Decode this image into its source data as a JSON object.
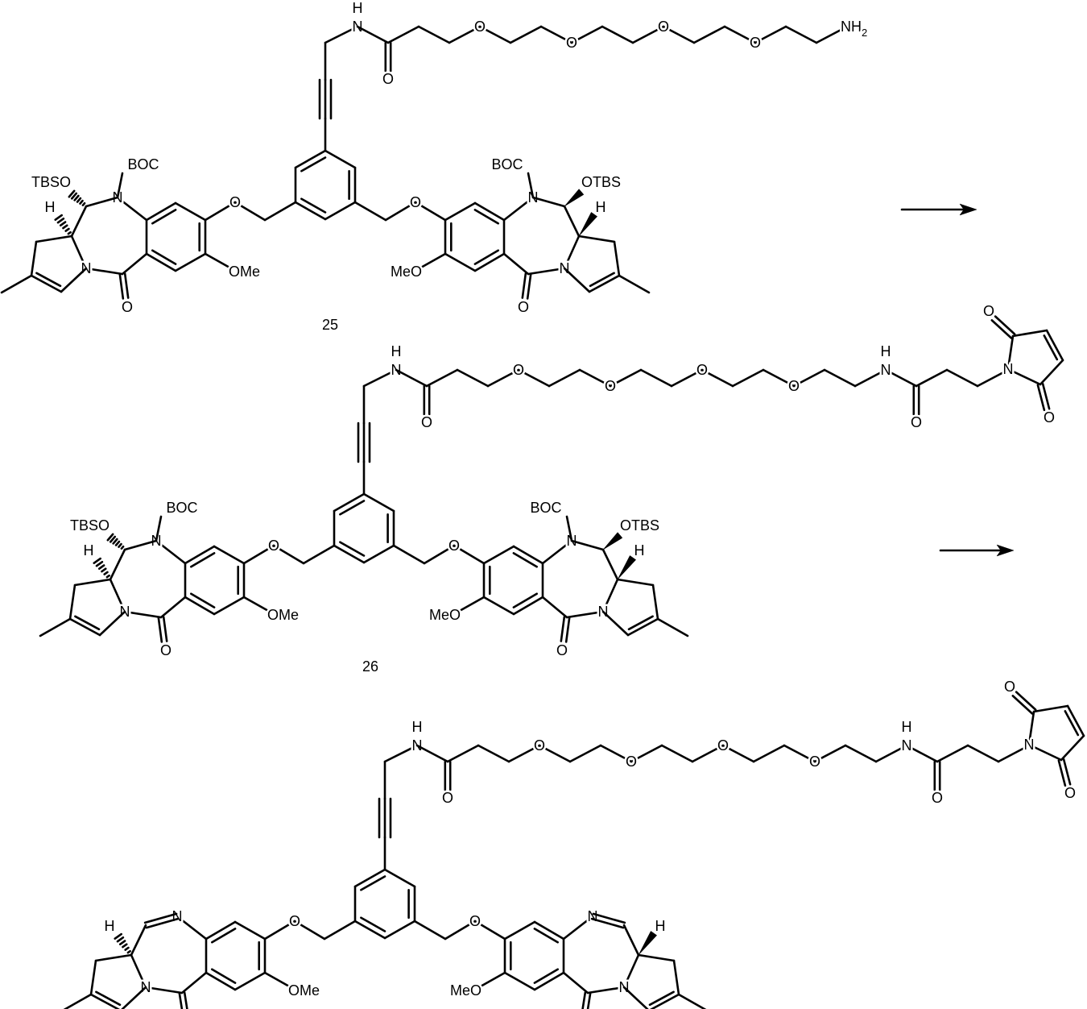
{
  "scheme": {
    "compounds": [
      {
        "number": "25",
        "variant": "protected",
        "terminus": "amine"
      },
      {
        "number": "26",
        "variant": "protected",
        "terminus": "maleimide"
      },
      {
        "number": "",
        "variant": "imine",
        "terminus": "maleimide"
      }
    ],
    "labels": {
      "N": "N",
      "H": "H",
      "O": "O",
      "BOC": "BOC",
      "TBSO": "TBSO",
      "OTBS": "OTBS",
      "OMe": "OMe",
      "MeO": "MeO",
      "NH": "NH",
      "sub2": "2"
    },
    "arrows": [
      {
        "from": "25",
        "to": "26",
        "icon": "reaction-arrow-icon"
      },
      {
        "from": "26",
        "to": "next",
        "icon": "reaction-arrow-icon"
      }
    ],
    "colors": {
      "ink": "#000000",
      "background": "#ffffff"
    }
  }
}
